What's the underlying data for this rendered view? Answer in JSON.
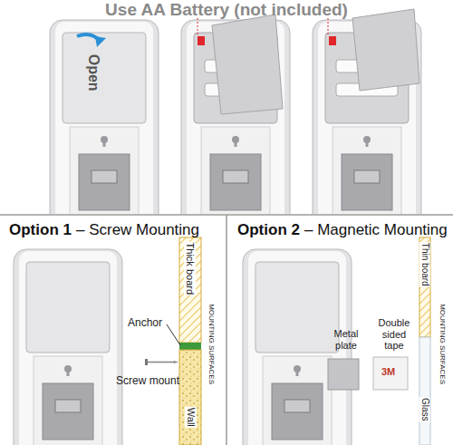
{
  "diagram": {
    "title": "Use AA Battery (not included)",
    "labels": [
      "Open",
      "Option 1",
      "– Screw Mounting",
      "Anchor",
      "Screw mount",
      "Thick board",
      "MOUNTING SURFACES",
      "Wall",
      "Option 2",
      "– Magnetic Mounting",
      "Metal plate",
      "Double sided tape",
      "3M",
      "Thin board",
      "MOUNTING SURFACES",
      "Glass"
    ]
  }
}
